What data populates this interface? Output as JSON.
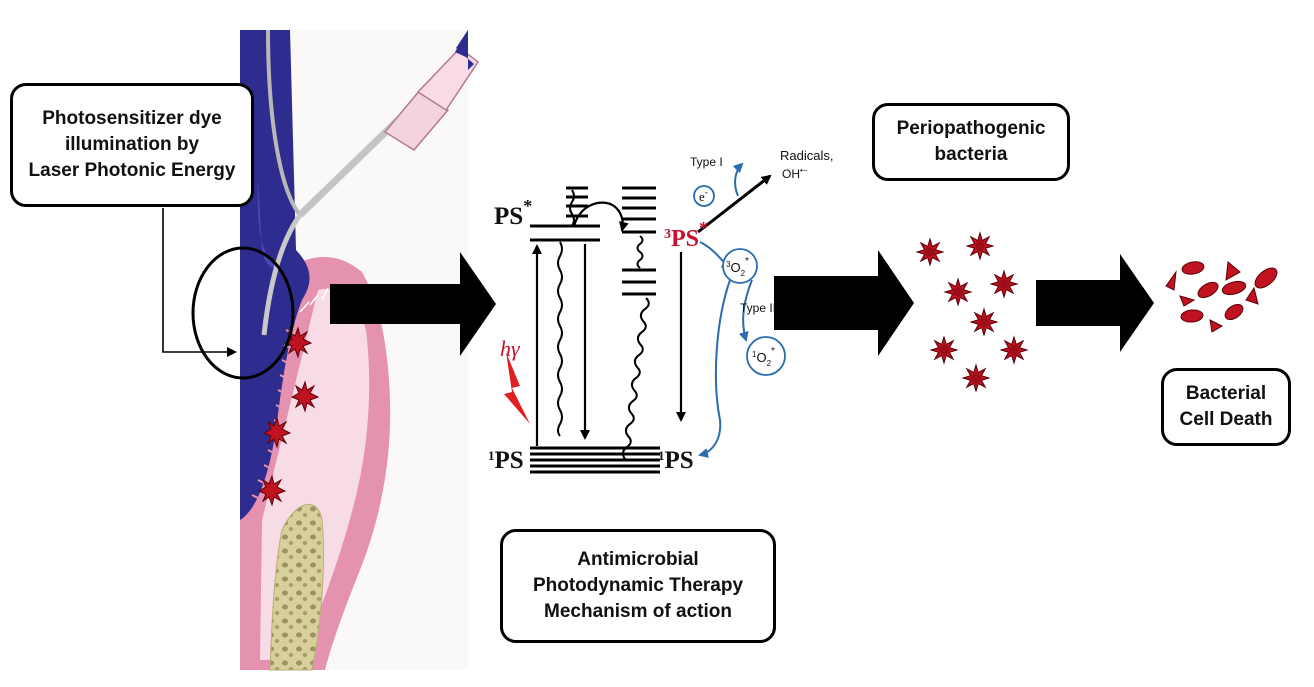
{
  "labels": {
    "photosensitizer": [
      "Photosensitizer dye",
      "illumination by",
      "Laser Photonic Energy"
    ],
    "periopathogenic": [
      "Periopathogenic",
      "bacteria"
    ],
    "antimicrobial": [
      "Antimicrobial",
      "Photodynamic Therapy",
      "Mechanism of action"
    ],
    "cell_death": [
      "Bacterial",
      "Cell Death"
    ]
  },
  "jablonski": {
    "ps_excited": "PS",
    "ps_excited_mark": "*",
    "triplet_prefix": "3",
    "triplet_ps": "PS",
    "triplet_mark": "*",
    "ground_prefix": "1",
    "ground_ps": "PS",
    "ground2_prefix": "1",
    "ground2_ps": "PS",
    "hv": "hγ",
    "type1": "Type I",
    "electron": "e",
    "electron_mark": "-",
    "radicals": "Radicals,",
    "oh": "OH",
    "oh_mark": "•−",
    "type2": "Type II",
    "o2_triplet_prefix": "3",
    "o2_triplet": "O",
    "o2_triplet_sub": "2",
    "o2_triplet_mark": "*",
    "o2_singlet_prefix": "1",
    "o2_singlet": "O",
    "o2_singlet_sub": "2",
    "o2_singlet_mark": "*"
  },
  "colors": {
    "gum_pink": "#e592b0",
    "gum_light": "#f7dbe6",
    "tooth_blue": "#2e2c8f",
    "bone": "#d8cf9b",
    "bacteria_red": "#c1121f",
    "ps_red": "#c8102e",
    "o2_blue": "#2a6cb0",
    "arrow_black": "#000000"
  }
}
